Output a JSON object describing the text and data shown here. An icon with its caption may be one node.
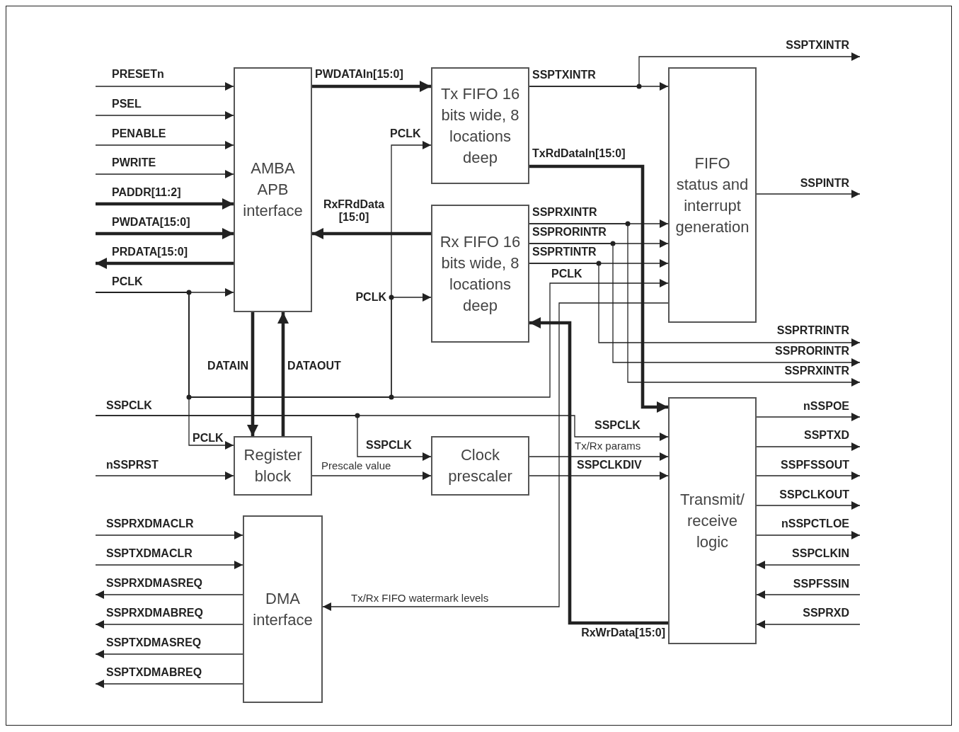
{
  "diagram": {
    "nodes": [
      {
        "text": [
          "AMBA APB interface"
        ]
      },
      {
        "text": [
          "Tx FIFO 16 bits wide, 8 locations deep"
        ]
      },
      {
        "text": [
          "Rx FIFO 16 bits wide, 8 locations deep"
        ]
      },
      {
        "text": [
          "FIFO status and interrupt generation"
        ]
      },
      {
        "text": [
          "Register block"
        ]
      },
      {
        "text": [
          "Clock prescaler"
        ]
      },
      {
        "text": [
          "DMA interface"
        ]
      },
      {
        "text": [
          "Transmit/ receive logic"
        ]
      }
    ],
    "edges": [
      {
        "from": null,
        "to": 0,
        "arrow": "to",
        "label": "PRESETn"
      },
      {
        "from": null,
        "to": 0,
        "arrow": "to",
        "label": "PSEL"
      },
      {
        "from": null,
        "to": 0,
        "arrow": "to",
        "label": "PENABLE"
      },
      {
        "from": null,
        "to": 0,
        "arrow": "to",
        "label": "PWRITE"
      },
      {
        "from": null,
        "to": 0,
        "arrow": "to",
        "label": "PADDR[11:2]",
        "style": "thick"
      },
      {
        "from": null,
        "to": 0,
        "arrow": "to",
        "label": "PWDATA[15:0]",
        "style": "thick"
      },
      {
        "from": 0,
        "to": null,
        "arrow": "to",
        "label": "PRDATA[15:0]",
        "style": "thick"
      },
      {
        "from": null,
        "to": 0,
        "arrow": "to",
        "label": "PCLK"
      },
      {
        "from": null,
        "to": 4,
        "arrow": "to",
        "label": "PCLK"
      },
      {
        "from": null,
        "to": 1,
        "arrow": "to",
        "label": "PCLK"
      },
      {
        "from": null,
        "to": 2,
        "arrow": "to",
        "label": "PCLK"
      },
      {
        "from": null,
        "to": 3,
        "arrow": "to",
        "label": "PCLK"
      },
      {
        "from": 0,
        "to": 4,
        "arrow": "to",
        "label": "DATAIN",
        "style": "thick"
      },
      {
        "from": 4,
        "to": 0,
        "arrow": "to",
        "label": "DATAOUT",
        "style": "thick"
      },
      {
        "from": null,
        "to": 5,
        "arrow": "to",
        "label": "SSPCLK"
      },
      {
        "from": null,
        "to": 7,
        "arrow": "to",
        "label": "SSPCLK"
      },
      {
        "from": null,
        "to": 4,
        "arrow": "to",
        "label": "nSSPRST"
      },
      {
        "from": 4,
        "to": 5,
        "arrow": "to",
        "label": "Prescale value"
      },
      {
        "from": 0,
        "to": 1,
        "arrow": "to",
        "label": "PWDATAIn[15:0]",
        "style": "thick"
      },
      {
        "from": 2,
        "to": 0,
        "arrow": "to",
        "label": "RxFRdData [15:0]",
        "style": "thick"
      },
      {
        "from": 1,
        "to": 3,
        "arrow": "to",
        "label": "SSPTXINTR"
      },
      {
        "from": 1,
        "to": null,
        "arrow": "to",
        "label": "SSPTXINTR"
      },
      {
        "from": 1,
        "to": 7,
        "arrow": "to",
        "label": "TxRdDataIn[15:0]",
        "style": "thick"
      },
      {
        "from": 2,
        "to": 3,
        "arrow": "to",
        "label": "SSPRXINTR"
      },
      {
        "from": 2,
        "to": 3,
        "arrow": "to",
        "label": "SSPRORINTR"
      },
      {
        "from": 2,
        "to": 3,
        "arrow": "to",
        "label": "SSPRTINTR"
      },
      {
        "from": 2,
        "to": null,
        "arrow": "to",
        "label": "SSPRXINTR"
      },
      {
        "from": 2,
        "to": null,
        "arrow": "to",
        "label": "SSPRORINTR"
      },
      {
        "from": 2,
        "to": null,
        "arrow": "to",
        "label": "SSPRTRINTR"
      },
      {
        "from": 3,
        "to": null,
        "arrow": "to",
        "label": "SSPINTR"
      },
      {
        "from": 3,
        "to": 6,
        "arrow": "to",
        "label": "Tx/Rx FIFO watermark levels"
      },
      {
        "from": 7,
        "to": 2,
        "arrow": "to",
        "label": "RxWrData[15:0]",
        "style": "thick"
      },
      {
        "from": 5,
        "to": 7,
        "arrow": "to",
        "label": "Tx/Rx params"
      },
      {
        "from": 5,
        "to": 7,
        "arrow": "to",
        "label": "SSPCLKDIV"
      },
      {
        "from": 7,
        "to": null,
        "arrow": "to",
        "label": "nSSPOE"
      },
      {
        "from": 7,
        "to": null,
        "arrow": "to",
        "label": "SSPTXD"
      },
      {
        "from": 7,
        "to": null,
        "arrow": "to",
        "label": "SSPFSSOUT"
      },
      {
        "from": 7,
        "to": null,
        "arrow": "to",
        "label": "SSPCLKOUT"
      },
      {
        "from": 7,
        "to": null,
        "arrow": "to",
        "label": "nSSPCTLOE"
      },
      {
        "from": null,
        "to": 7,
        "arrow": "to",
        "label": "SSPCLKIN"
      },
      {
        "from": null,
        "to": 7,
        "arrow": "to",
        "label": "SSPFSSIN"
      },
      {
        "from": null,
        "to": 7,
        "arrow": "to",
        "label": "SSPRXD"
      },
      {
        "from": null,
        "to": 6,
        "arrow": "to",
        "label": "SSPRXDMACLR"
      },
      {
        "from": null,
        "to": 6,
        "arrow": "to",
        "label": "SSPTXDMACLR"
      },
      {
        "from": 6,
        "to": null,
        "arrow": "to",
        "label": "SSPRXDMASREQ"
      },
      {
        "from": 6,
        "to": null,
        "arrow": "to",
        "label": "SSPRXDMABREQ"
      },
      {
        "from": 6,
        "to": null,
        "arrow": "to",
        "label": "SSPTXDMASREQ"
      },
      {
        "from": 6,
        "to": null,
        "arrow": "to",
        "label": "SSPTXDMABREQ"
      }
    ],
    "labels": [
      "SSPCLK"
    ]
  }
}
